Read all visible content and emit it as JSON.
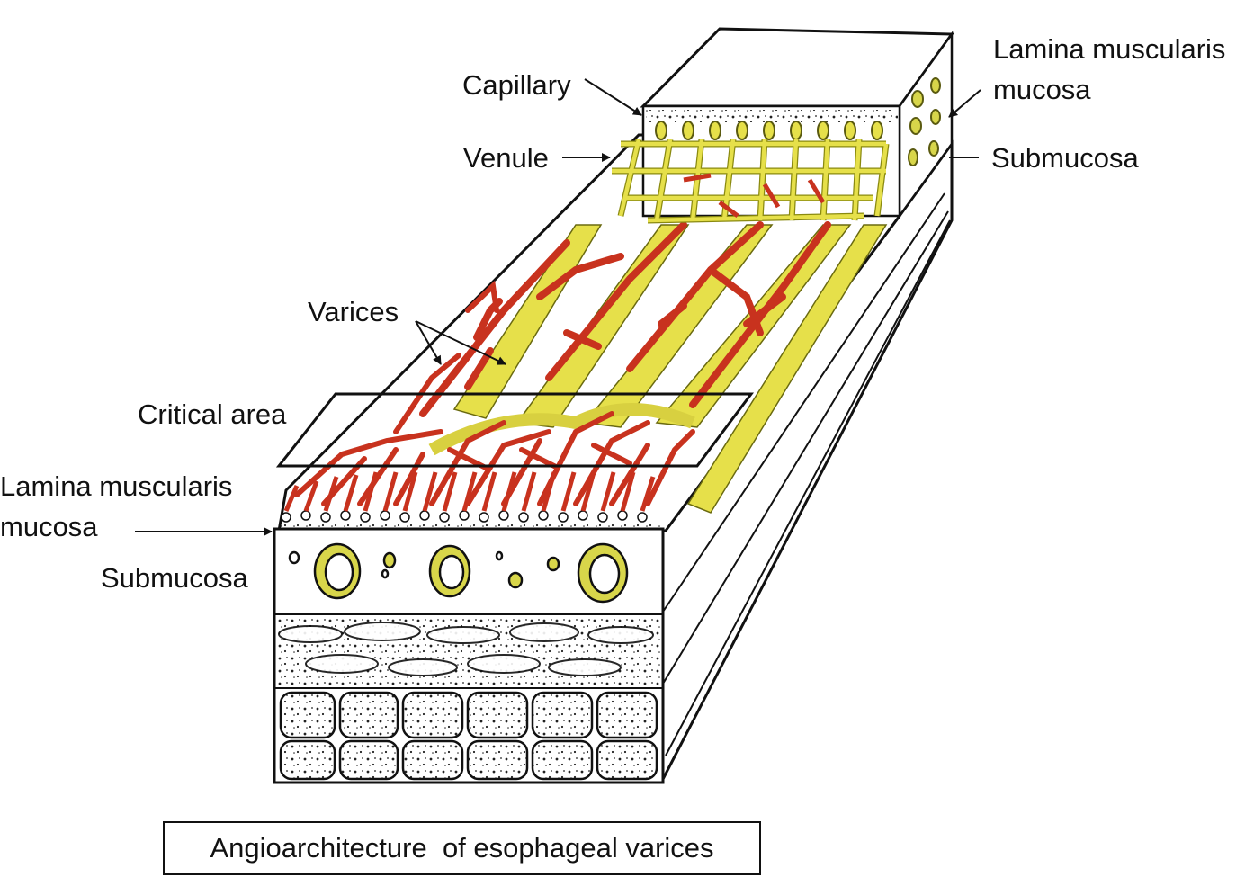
{
  "labels": {
    "capillary": "Capillary",
    "venule": "Venule",
    "lamina_right_line1": "Lamina muscularis",
    "lamina_right_line2": "mucosa",
    "submucosa_right": "Submucosa",
    "varices": "Varices",
    "critical_area": "Critical area",
    "lamina_left_line1": "Lamina muscularis",
    "lamina_left_line2": "mucosa",
    "submucosa_left": "Submucosa"
  },
  "caption": "Angioarchitecture  of esophageal varices",
  "colors": {
    "vessel_yellow": "#e6e04a",
    "vessel_red": "#c8321e",
    "outline": "#111111",
    "background": "#ffffff"
  }
}
